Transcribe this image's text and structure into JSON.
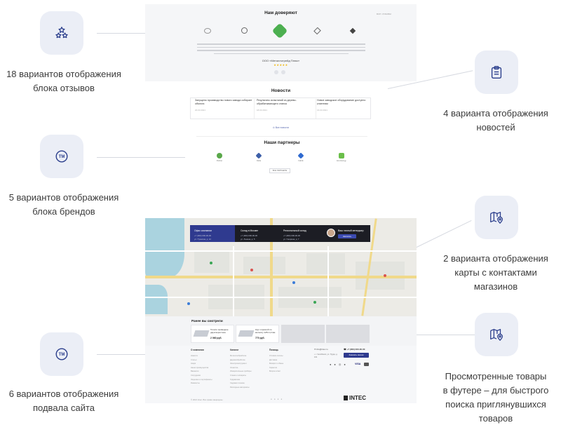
{
  "features": {
    "reviews": {
      "icon": "stars-icon",
      "caption_line1": "18 вариантов отображения",
      "caption_line2": "блока отзывов"
    },
    "news": {
      "icon": "clipboard-icon",
      "caption_line1": "4 варианта отображения",
      "caption_line2": "новостей"
    },
    "brands": {
      "icon": "trademark-icon",
      "caption_line1": "5 вариантов отображения",
      "caption_line2": "блока брендов"
    },
    "map": {
      "icon": "map-pin-icon",
      "caption_line1": "2 варианта отображения",
      "caption_line2": "карты с контактами",
      "caption_line3": "магазинов"
    },
    "footer": {
      "icon": "trademark-icon",
      "caption_line1": "6 вариантов отображения",
      "caption_line2": "подвала сайта"
    },
    "viewed": {
      "icon": "map-pin-icon",
      "caption_line1": "Просмотренные товары",
      "caption_line2": "в футере – для быстрого",
      "caption_line3": "поиска приглянувшихся",
      "caption_line4": "товаров"
    }
  },
  "preview": {
    "trust": {
      "title": "Нам доверяют",
      "corner_link": "все отзывы",
      "reviewer": "ООО «Металлотрейд Плюс»",
      "stars": "★★★★★"
    },
    "news": {
      "title": "Новости",
      "items": [
        {
          "title": "Запущено производство нового завода собирает объекта",
          "date": "20.03.2021"
        },
        {
          "title": "Результаты испытаний из дерево-обрабатывающего станка",
          "date": "18.03.2021"
        },
        {
          "title": "Новое заводское оборудование доступно клиентам",
          "date": "16.03.2021"
        }
      ],
      "all_link": "Все новости"
    },
    "partners": {
      "title": "Наши партнеры",
      "items": [
        {
          "name": "Partner",
          "color": "#5aa84a"
        },
        {
          "name": "Delta",
          "color": "#3d5fa8"
        },
        {
          "name": "Fabrik",
          "color": "#2f6ad0"
        },
        {
          "name": "Eco Energy",
          "color": "#6bbf4a"
        }
      ],
      "all_button": "ВСЕ ПАРТНЕРЫ"
    },
    "map_contacts": {
      "office_title": "Офис компании",
      "office_phone": "+7 (000) 000-00-00",
      "office_address": "ул. Пушкина, д. 12",
      "c2_title": "Склад в Москве",
      "c2_phone": "+7 (000) 000-00-00",
      "c2_address": "ул. Ленина, д. 5",
      "c3_title": "Региональный склад",
      "c3_phone": "+7 (000) 000-00-00",
      "c3_address": "ул. Гагарина, д. 7",
      "manager_title": "Ваш личный менеджер",
      "manager_button": "Написать"
    },
    "viewed": {
      "title": "Ранее вы смотрели",
      "items": [
        {
          "title": "Точило приводное двухскоростное",
          "price": "2 060 руб."
        },
        {
          "title": "Круг отрезной по металлу 125×1,2 мм",
          "price": "770 руб."
        }
      ]
    },
    "footer": {
      "col1_title": "О компании",
      "col1_items": [
        "Новости",
        "Статьи",
        "Акции",
        "Наши преимущества",
        "Вакансии",
        "Сотрудники",
        "Лицензии и сертификаты",
        "Реквизиты"
      ],
      "col2_title": "Каталог",
      "col2_items": [
        "Металлообработка",
        "Деревообработка",
        "Электроинструмент",
        "Оснастка",
        "Измерительные приборы",
        "Станки и аппараты",
        "Гидравлика",
        "Садовая техника",
        "Расходные материалы"
      ],
      "col3_title": "Помощь",
      "col3_items": [
        "Условия оплаты",
        "Доставка",
        "Возврат и обмен",
        "Гарантия",
        "Вопрос-ответ"
      ],
      "email": "info@intec.ru",
      "phone": "+7 (000) 000-00-00",
      "address": "г. Челябинск, ул. Труда, д. 161",
      "callback_button": "Заказать звонок",
      "copyright": "© 2021 Intec. Все права защищены",
      "brand": "INTEC",
      "payment": "VISA"
    }
  },
  "colors": {
    "accent": "#2f3a8f",
    "icon_tile": "#ebeef6",
    "icon_stroke": "#2b3e8c",
    "logo_green": "#4caf50"
  }
}
